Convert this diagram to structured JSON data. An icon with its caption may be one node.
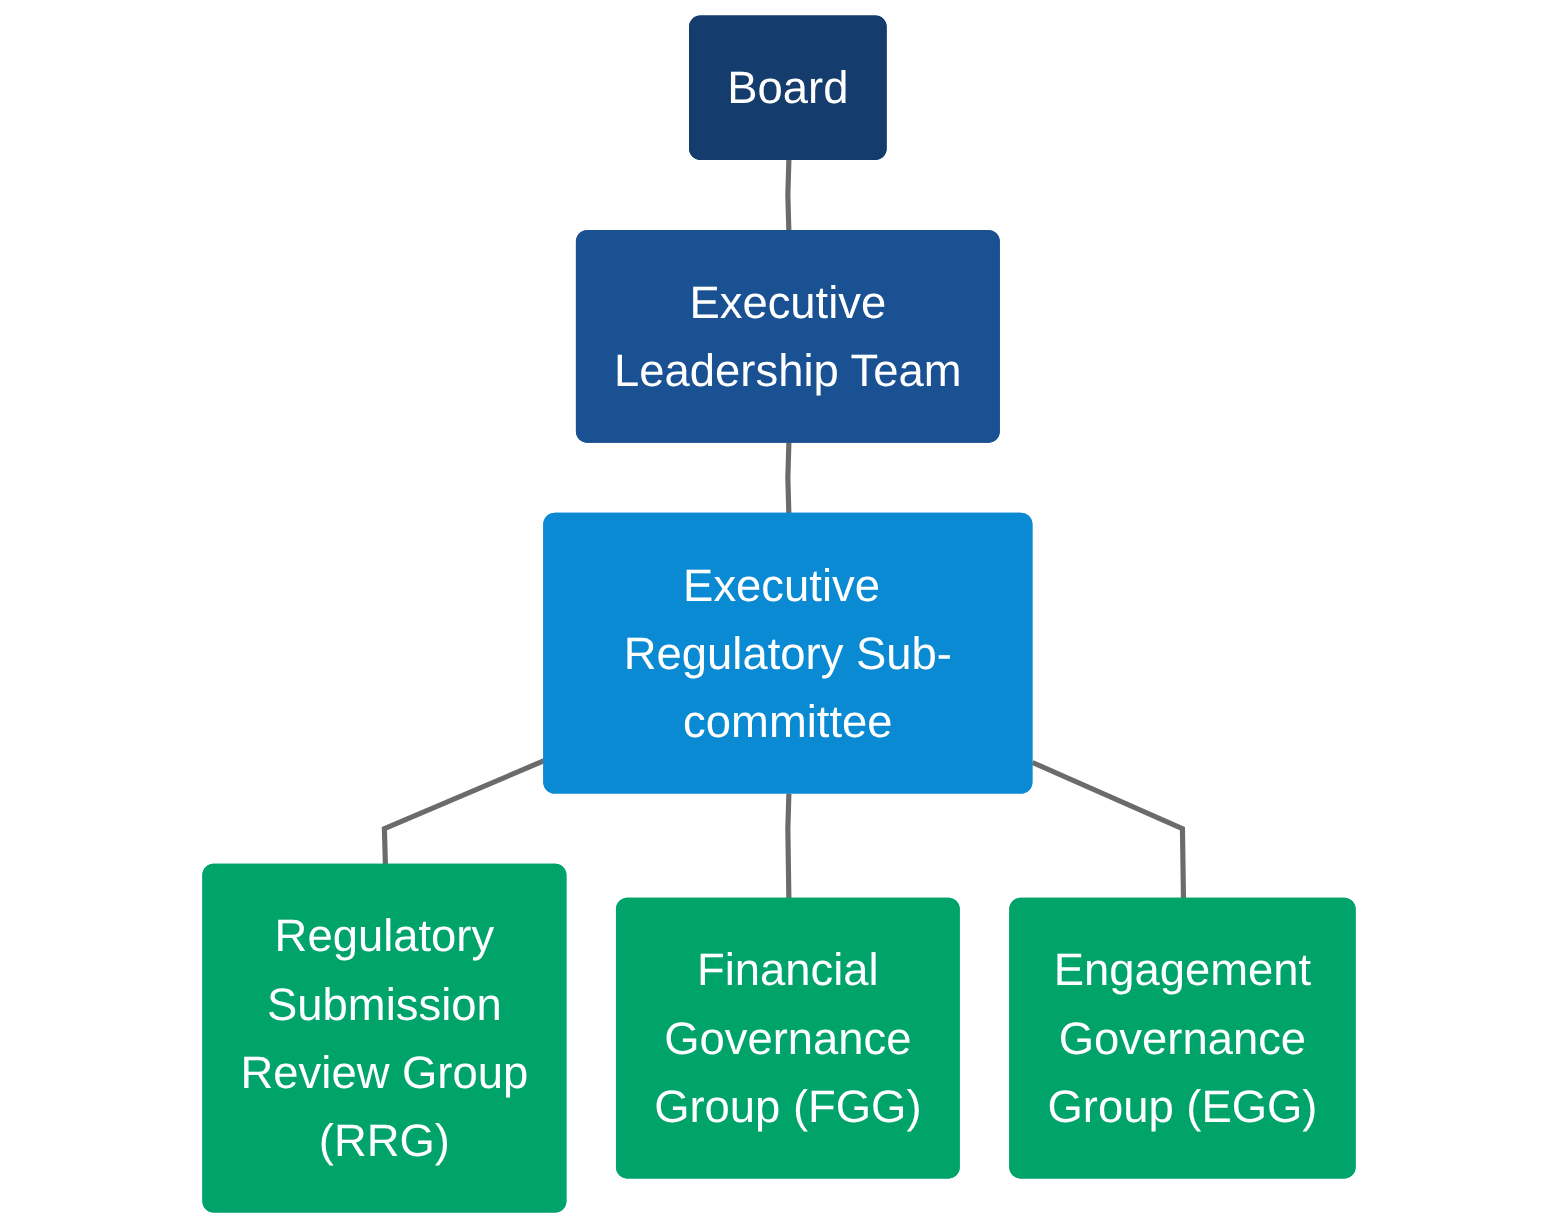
{
  "diagram": {
    "nodes": [
      {
        "text": [
          "Board"
        ]
      },
      {
        "text": [
          "Executive Leadership Team"
        ]
      },
      {
        "text": [
          "Executive Regulatory Sub-committee"
        ]
      },
      {
        "text": [
          "Regulatory Submission Review Group (RRG)"
        ]
      },
      {
        "text": [
          "Financial Governance Group (FGG)"
        ]
      },
      {
        "text": [
          "Engagement Governance Group (EGG)"
        ]
      }
    ],
    "edges": [
      {
        "from": 0,
        "to": 1,
        "arrow": "none"
      },
      {
        "from": 1,
        "to": 2,
        "arrow": "none"
      },
      {
        "from": 2,
        "to": 3,
        "arrow": "none"
      },
      {
        "from": 2,
        "to": 4,
        "arrow": "none"
      },
      {
        "from": 2,
        "to": 5,
        "arrow": "none"
      }
    ]
  }
}
